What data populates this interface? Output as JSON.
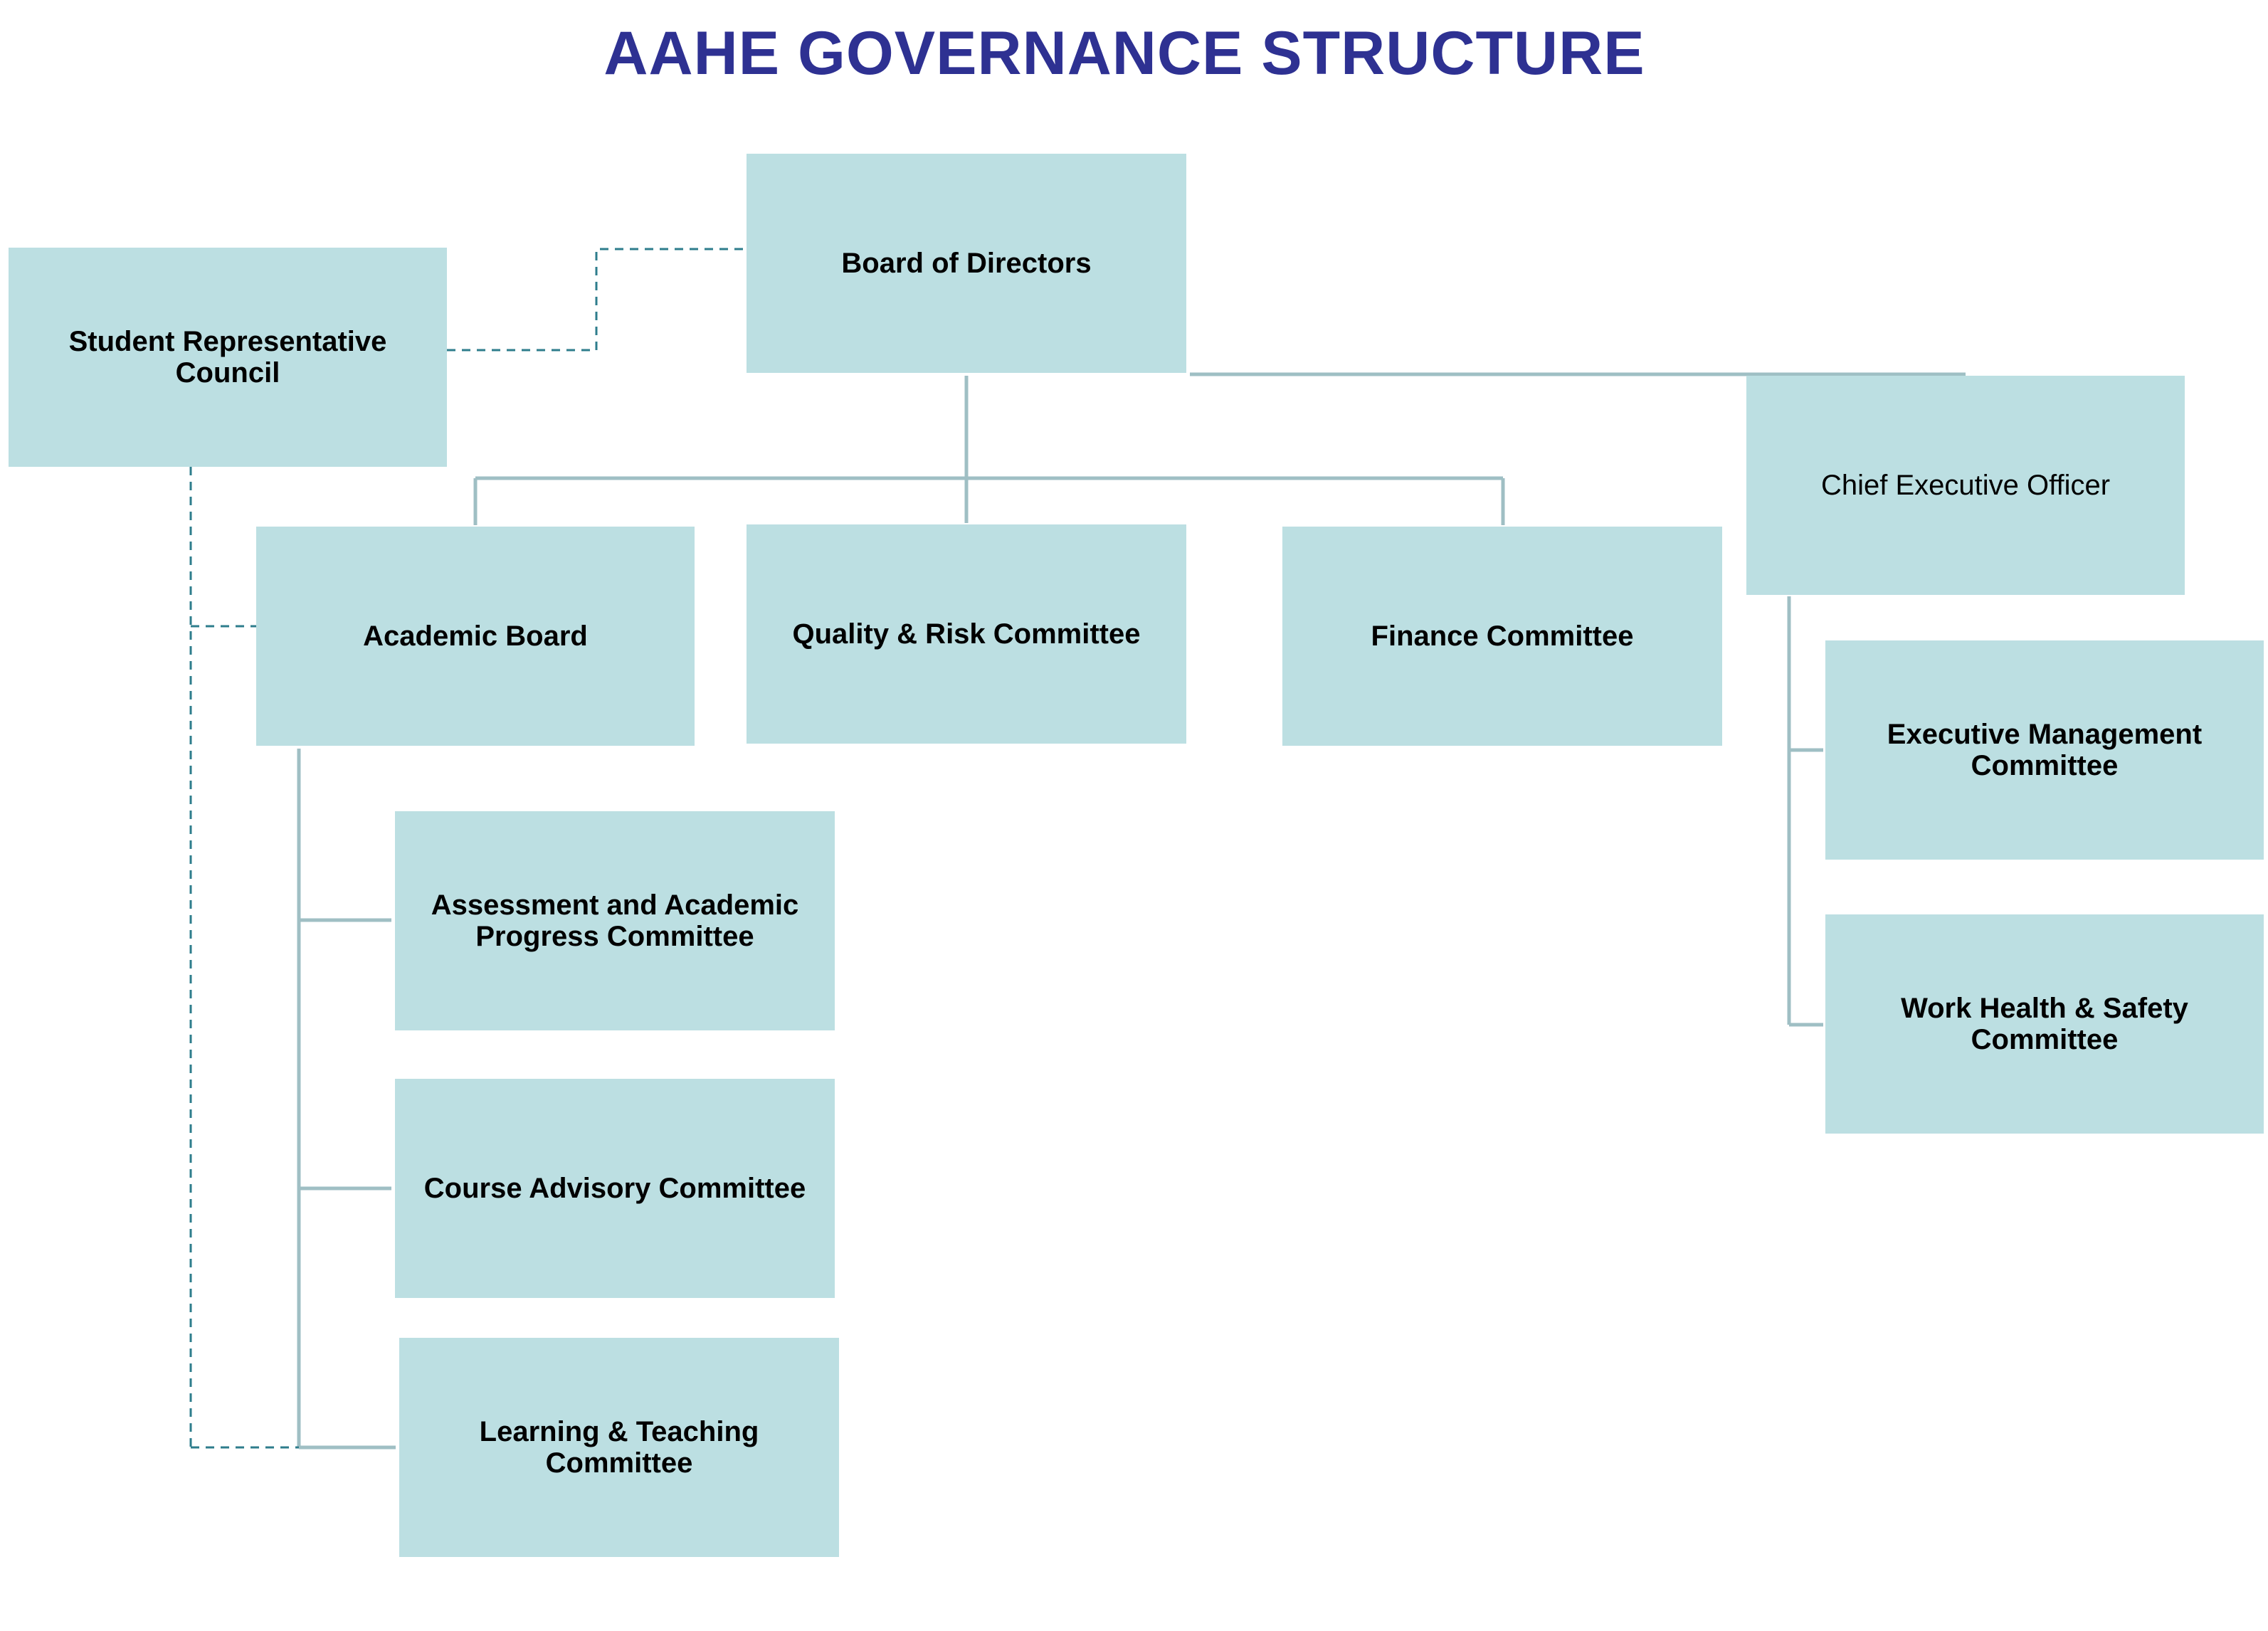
{
  "title": "AAHE GOVERNANCE STRUCTURE",
  "colors": {
    "title": "#2e3192",
    "box_fill": "#bcdfe2",
    "solid_connector": "#9fbfc4",
    "dashed_connector": "#2e7d8c"
  },
  "nodes": {
    "board": "Board of Directors",
    "src": "Student Representative\nCouncil",
    "ceo": "Chief Executive Officer",
    "academic": "Academic Board",
    "quality": "Quality & Risk Committee",
    "finance": "Finance Committee",
    "exec_mgmt": "Executive Management\nCommittee",
    "whs": "Work Health & Safety\nCommittee",
    "assessment": "Assessment and Academic\nProgress Committee",
    "course_advisory": "Course Advisory Committee",
    "learning": "Learning & Teaching\nCommittee"
  },
  "relations": {
    "reports_to": [
      [
        "academic",
        "board"
      ],
      [
        "quality",
        "board"
      ],
      [
        "finance",
        "board"
      ],
      [
        "ceo",
        "board"
      ],
      [
        "exec_mgmt",
        "ceo"
      ],
      [
        "whs",
        "ceo"
      ],
      [
        "assessment",
        "academic"
      ],
      [
        "course_advisory",
        "academic"
      ],
      [
        "learning",
        "academic"
      ]
    ],
    "dotted_links": [
      [
        "src",
        "board"
      ],
      [
        "src",
        "academic"
      ],
      [
        "src",
        "learning"
      ]
    ]
  }
}
